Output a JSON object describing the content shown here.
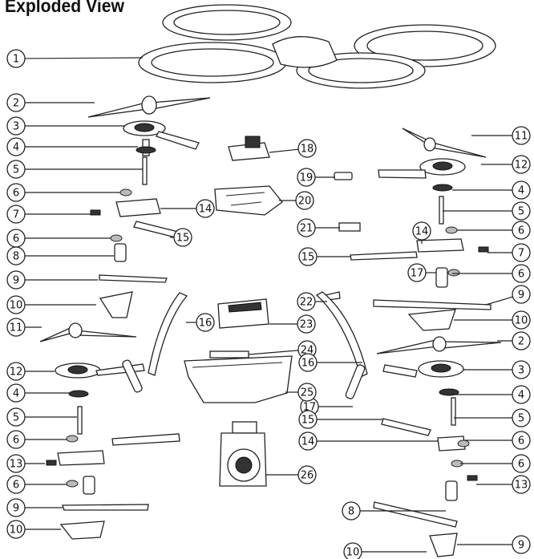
{
  "title": "Exploded View",
  "callouts": [
    "1",
    "2",
    "3",
    "4",
    "5",
    "6",
    "7",
    "6",
    "8",
    "9",
    "10",
    "11",
    "12",
    "4",
    "5",
    "6",
    "13",
    "6",
    "9",
    "10",
    "11",
    "12",
    "4",
    "5",
    "6",
    "7",
    "6",
    "9",
    "10",
    "2",
    "3",
    "4",
    "5",
    "6",
    "6",
    "13",
    "8",
    "9",
    "10",
    "14",
    "15",
    "16",
    "17",
    "18",
    "19",
    "20",
    "21",
    "22",
    "23",
    "24",
    "25",
    "26",
    "14",
    "15",
    "16",
    "15",
    "14",
    "17"
  ],
  "theme": {
    "ink": "#222222",
    "fill": "#ffffff",
    "shade": "#bbbbbb"
  }
}
